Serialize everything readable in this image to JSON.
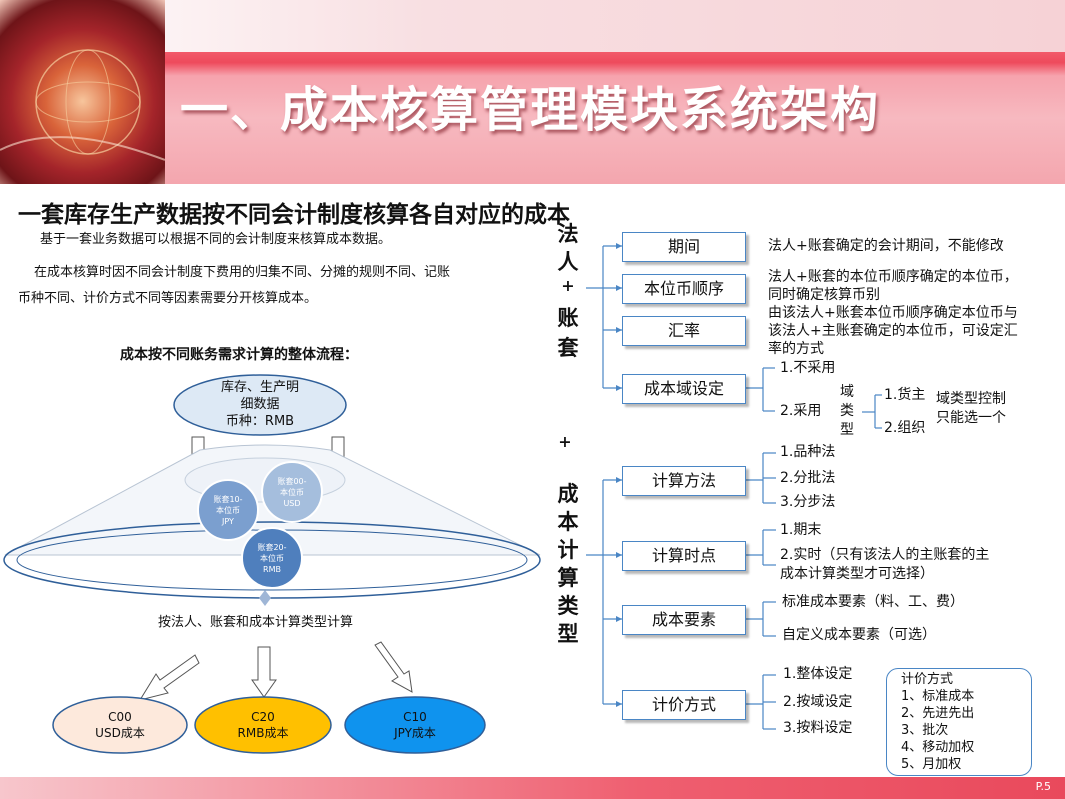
{
  "title": "一、成本核算管理模块系统架构",
  "page_number": "P.5",
  "left": {
    "subtitle": "一套库存生产数据按不同会计制度核算各自对应的成本",
    "para1": "基于一套业务数据可以根据不同的会计制度来核算成本数据。",
    "para2_line1": "在成本核算时因不同会计制度下费用的归集不同、分摊的规则不同、记账",
    "para2_line2": "币种不同、计价方式不同等因素需要分开核算成本。",
    "flow_title": "成本按不同账务需求计算的整体流程：",
    "source_node": {
      "line1": "库存、生产明",
      "line2": "细数据",
      "line3": "币种：RMB"
    },
    "bubbles": [
      {
        "line1": "账套10-",
        "line2": "本位币",
        "line3": "JPY",
        "color": "#7b9fcf"
      },
      {
        "line1": "账套00-",
        "line2": "本位币",
        "line3": "USD",
        "color": "#a5bedd"
      },
      {
        "line1": "账套20-",
        "line2": "本位币",
        "line3": "RMB",
        "color": "#4f7fbd"
      }
    ],
    "calc_label": "按法人、账套和成本计算类型计算",
    "results": [
      {
        "code": "C00",
        "label": "USD成本",
        "color": "#fde9dc"
      },
      {
        "code": "C20",
        "label": "RMB成本",
        "color": "#ffc000"
      },
      {
        "code": "C10",
        "label": "JPY成本",
        "color": "#0f93ee"
      }
    ]
  },
  "right": {
    "group1_chars": [
      "法",
      "人",
      "+",
      "账",
      "套"
    ],
    "plus": "+",
    "group2_chars": [
      "成",
      "本",
      "计",
      "算",
      "类",
      "型"
    ],
    "boxes": {
      "period": "期间",
      "base_currency": "本位币顺序",
      "rate": "汇率",
      "cost_domain": "成本域设定",
      "calc_method": "计算方法",
      "calc_time": "计算时点",
      "cost_elements": "成本要素",
      "valuation": "计价方式"
    },
    "desc": {
      "period": "法人+账套确定的会计期间，不能修改",
      "base_currency_1": "法人+账套的本位币顺序确定的本位币，",
      "base_currency_2": "同时确定核算币别",
      "rate_1": "由该法人+账套本位币顺序确定本位币与",
      "rate_2": "该法人+主账套确定的本位币，可设定汇",
      "rate_3": "率的方式"
    },
    "cost_domain": {
      "opt1": "1.不采用",
      "opt2": "2.采用",
      "domain_type_chars": [
        "域",
        "类",
        "型"
      ],
      "sub1": "1.货主",
      "sub2": "2.组织",
      "note1": "域类型控制",
      "note2": "只能选一个"
    },
    "calc_method_items": [
      "1.品种法",
      "2.分批法",
      "3.分步法"
    ],
    "calc_time_items": {
      "item1": "1.期末",
      "item2_line1": "2.实时（只有该法人的主账套的主",
      "item2_line2": "成本计算类型才可选择）"
    },
    "cost_elements_items": [
      "标准成本要素（料、工、费）",
      "自定义成本要素（可选）"
    ],
    "valuation_items": [
      "1.整体设定",
      "2.按域设定",
      "3.按料设定"
    ],
    "price_list": {
      "title": "计价方式",
      "items": [
        "1、标准成本",
        "2、先进先出",
        "3、批次",
        "4、移动加权",
        "5、月加权"
      ]
    }
  }
}
